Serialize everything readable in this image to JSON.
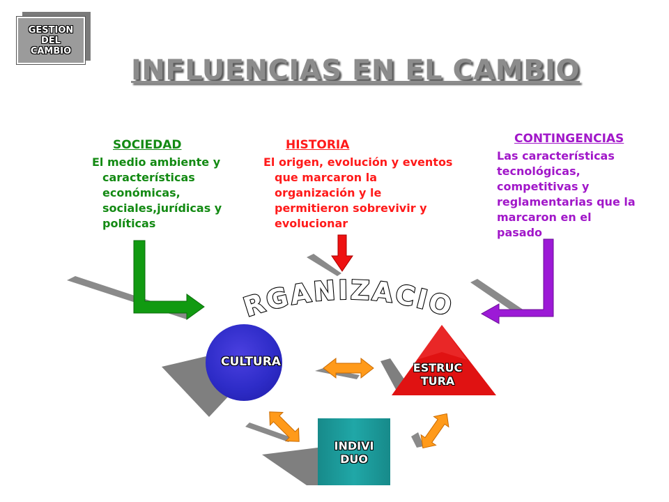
{
  "badge": {
    "lines": [
      "GESTION",
      "DEL",
      "CAMBIO"
    ]
  },
  "title": "INFLUENCIAS EN EL CAMBIO",
  "sociedad": {
    "header": "SOCIEDAD",
    "body": "El medio ambiente y características económicas, sociales,jurídicas y políticas",
    "color": "#138a13"
  },
  "historia": {
    "header": "HISTORIA",
    "body": "El origen, evolución y eventos que marcaron la organización y le permitieron sobrevivir y evolucionar",
    "color": "#ff1a1a"
  },
  "contingencias": {
    "header": "CONTINGENCIAS",
    "body": "Las características tecnológicas, competitivas y reglamentarias que la marcaron en el pasado",
    "color": "#a117c9"
  },
  "center_label": "ORGANIZACION",
  "nodes": {
    "cultura": "CULTURA",
    "estructura": [
      "ESTRUC",
      "TURA"
    ],
    "individuo": [
      "INDIVI",
      "DUO"
    ]
  },
  "colors": {
    "culture_blue": "#2e2cc8",
    "structure_red": "#e01212",
    "individual_teal": "#20a7a7",
    "double_arrow_orange": "#ff9a1a",
    "shadow_grey": "#7f7f7f"
  }
}
